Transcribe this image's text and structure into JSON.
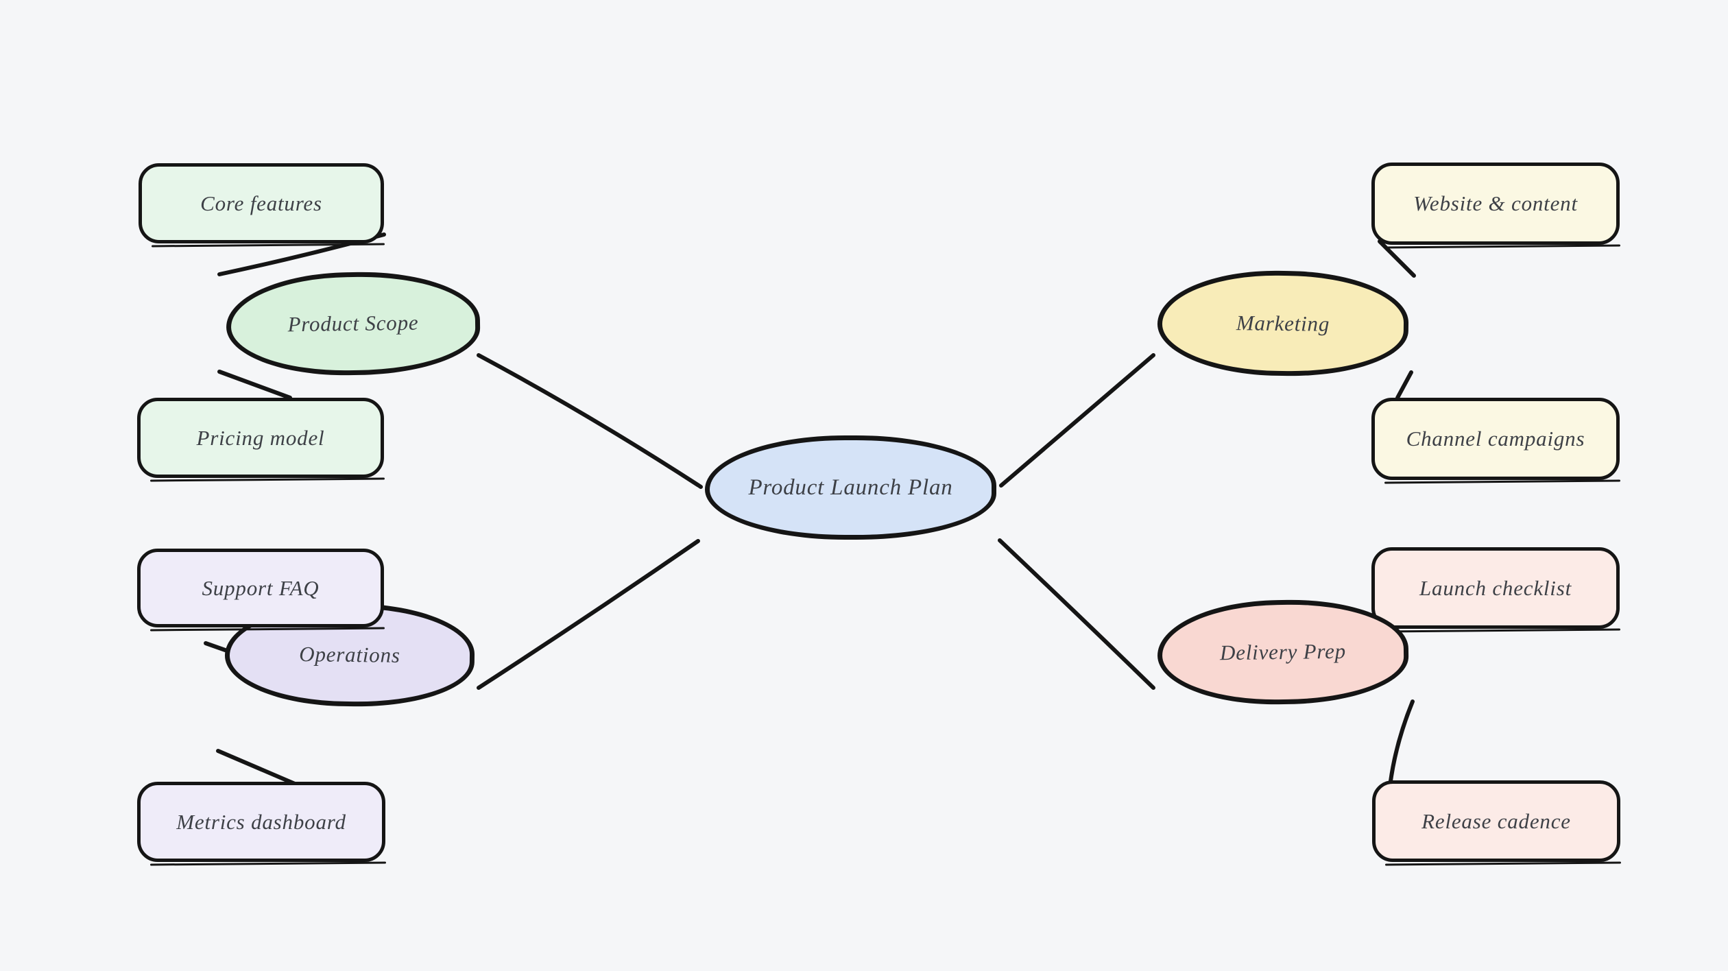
{
  "canvas": {
    "background": "#f5f6f8",
    "stroke_color": "#151515",
    "text_color": "#3d4046"
  },
  "diagram": {
    "type": "mindmap",
    "center": {
      "label": "Product Launch Plan",
      "fill": "#d5e3f7"
    },
    "branches": [
      {
        "id": "product-scope",
        "label": "Product Scope",
        "fill": "#d8f1dc",
        "leaf_fill": "#e7f6ea",
        "leaves": [
          {
            "label": "Core features"
          },
          {
            "label": "Pricing model"
          }
        ]
      },
      {
        "id": "marketing",
        "label": "Marketing",
        "fill": "#f8ecb8",
        "leaf_fill": "#fbf8e3",
        "leaves": [
          {
            "label": "Website & content"
          },
          {
            "label": "Channel campaigns"
          }
        ]
      },
      {
        "id": "operations",
        "label": "Operations",
        "fill": "#e4e0f4",
        "leaf_fill": "#efecf9",
        "leaves": [
          {
            "label": "Support FAQ"
          },
          {
            "label": "Metrics dashboard"
          }
        ]
      },
      {
        "id": "delivery-prep",
        "label": "Delivery Prep",
        "fill": "#f9d8d2",
        "leaf_fill": "#fcebe7",
        "leaves": [
          {
            "label": "Launch checklist"
          },
          {
            "label": "Release cadence"
          }
        ]
      }
    ]
  }
}
